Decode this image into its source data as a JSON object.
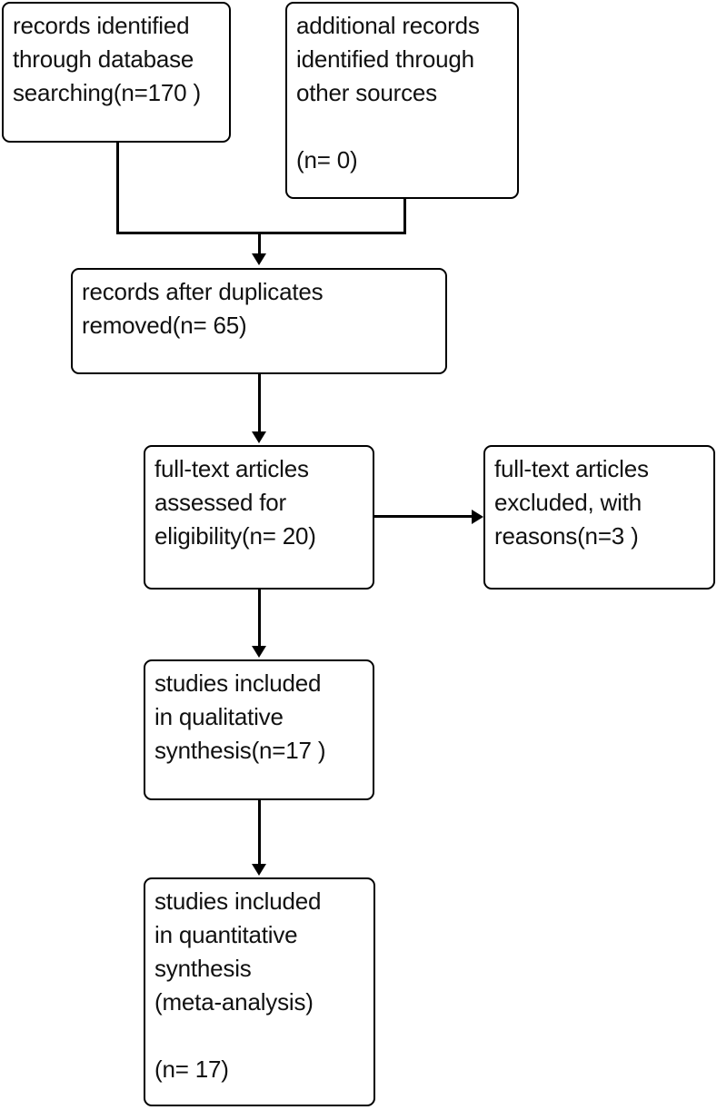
{
  "diagram": {
    "type": "prisma-flow-diagram",
    "title": "",
    "background_color": "#ffffff",
    "line_color": "#000000",
    "text_color": "#111111",
    "nodes": [
      {
        "id": "records-identified-database",
        "text": "records identified\nthrough database\nsearching(n=170 )",
        "count": 170
      },
      {
        "id": "additional-records-other-sources",
        "text": "additional records\nidentified through\nother sources\n\n(n= 0)",
        "count": 0
      },
      {
        "id": "records-after-duplicates-removed",
        "text": "records after duplicates\nremoved(n= 65)",
        "count": 65
      },
      {
        "id": "full-text-assessed-eligibility",
        "text": "full-text articles\nassessed for\neligibility(n= 20)",
        "count": 20
      },
      {
        "id": "full-text-excluded-with-reasons",
        "text": "full-text articles\nexcluded, with\nreasons(n=3 )",
        "count": 3
      },
      {
        "id": "studies-qualitative-synthesis",
        "text": "studies included\nin qualitative\nsynthesis(n=17 )",
        "count": 17
      },
      {
        "id": "studies-quantitative-synthesis",
        "text": "studies included\nin quantitative\nsynthesis\n(meta-analysis)\n\n(n= 17)",
        "count": 17
      }
    ]
  }
}
